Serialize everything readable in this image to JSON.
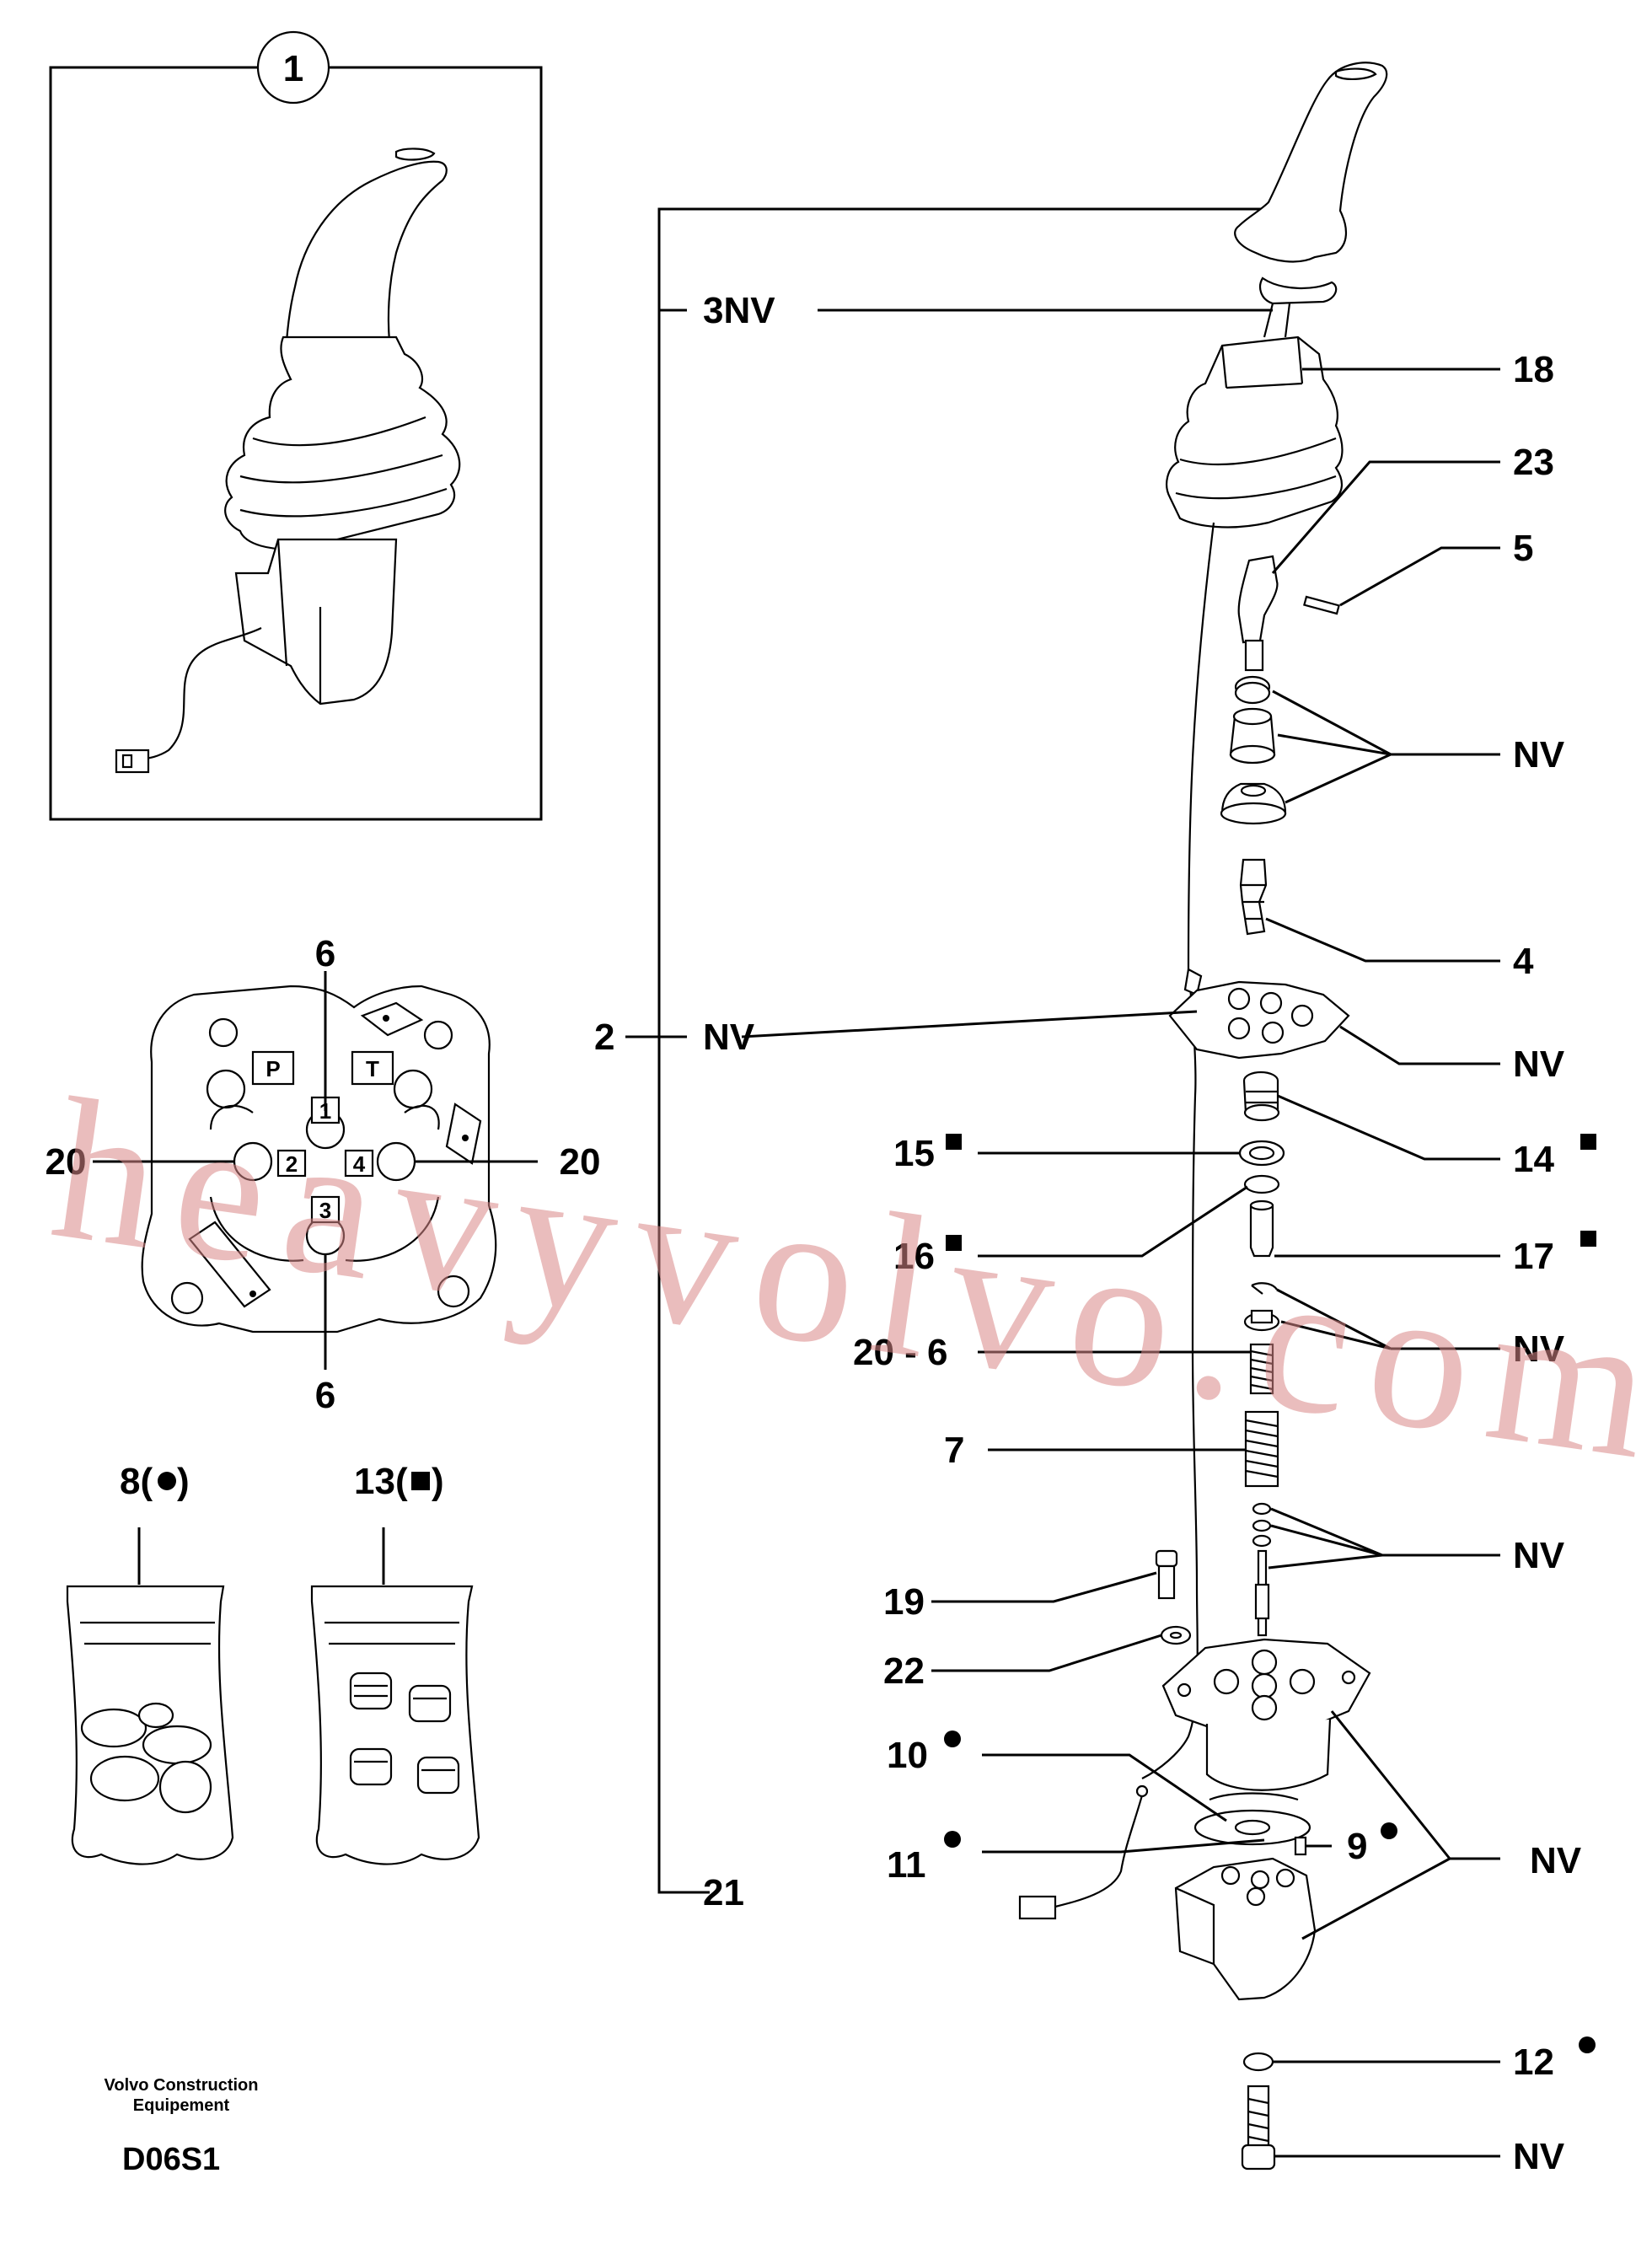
{
  "callouts": {
    "c_3nv": "3NV",
    "c_18": "18",
    "c_23": "23",
    "c_5": "5",
    "c_nv_a": "NV",
    "c_4": "4",
    "c_2": "2",
    "c_2nv": "NV",
    "c_nv_b": "NV",
    "c_15": "15",
    "c_14": "14",
    "c_16": "16",
    "c_17": "17",
    "c_20_6": "20 - 6",
    "c_nv_c": "NV",
    "c_7": "7",
    "c_nv_d": "NV",
    "c_19": "19",
    "c_22": "22",
    "c_10": "10",
    "c_11": "11",
    "c_9": "9",
    "c_nv_e": "NV",
    "c_21": "21",
    "c_12": "12",
    "c_nv_f": "NV"
  },
  "inset": {
    "number": "1"
  },
  "port_view": {
    "top": "6",
    "bottom": "6",
    "left": "20",
    "right": "20",
    "ports": [
      "P",
      "T",
      "1",
      "2",
      "3",
      "4"
    ]
  },
  "kits": {
    "k8": "8(",
    "k8_close": ")",
    "k13": "13(",
    "k13_close": ")"
  },
  "footer": {
    "company_line1": "Volvo Construction",
    "company_line2": "Equipement",
    "code": "D06S1"
  },
  "watermark": "heavyvolvo.com"
}
